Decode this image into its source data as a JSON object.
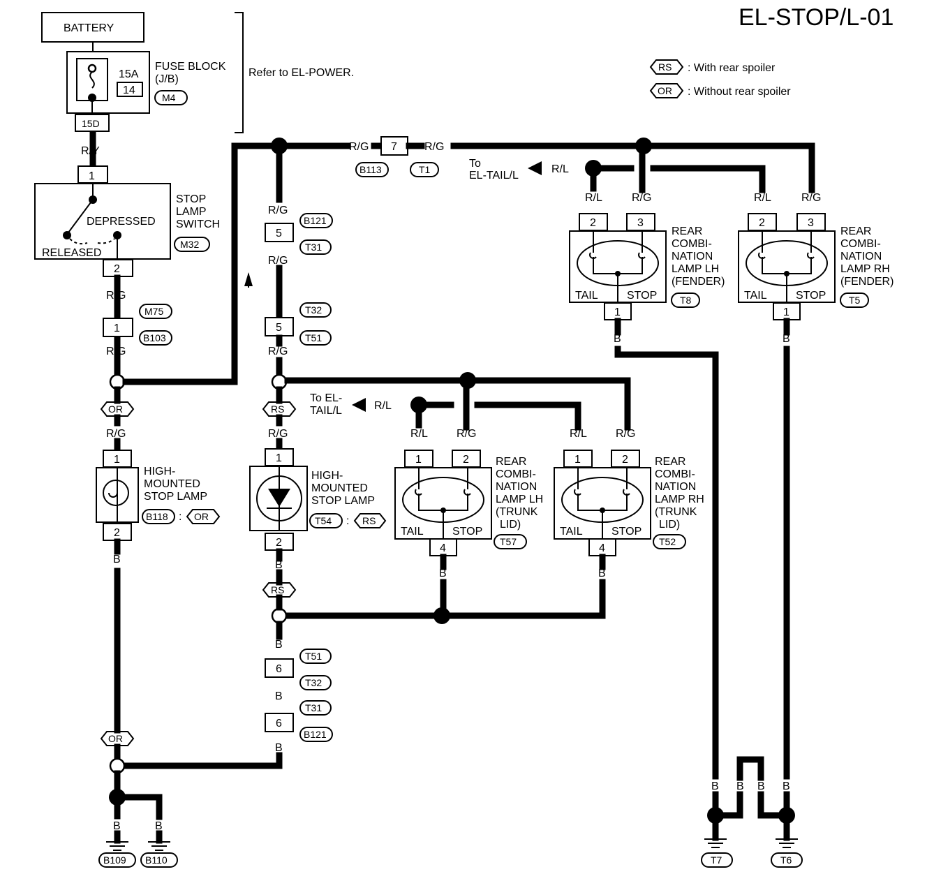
{
  "title": "EL-STOP/L-01",
  "legend": {
    "rs_tag": "RS",
    "rs_text": ": With rear spoiler",
    "or_tag": "OR",
    "or_text": ": Without rear spoiler"
  },
  "battery": "BATTERY",
  "fuse": {
    "amp": "15A",
    "num": "14",
    "name": [
      "FUSE BLOCK",
      "(J/B)"
    ],
    "conn": "M4",
    "term": "15D",
    "note": "Refer to EL-POWER."
  },
  "wires": {
    "ry": "R/Y",
    "rg": "R/G",
    "rl": "R/L",
    "b": "B"
  },
  "stop_switch": {
    "name": [
      "STOP",
      "LAMP",
      "SWITCH"
    ],
    "conn": "M32",
    "pin1": "1",
    "pin2": "2",
    "depressed": "DEPRESSED",
    "released": "RELEASED"
  },
  "connectors": {
    "m75": "M75",
    "b103": "B103",
    "b113": "B113",
    "t1": "T1",
    "b121": "B121",
    "t31": "T31",
    "t32": "T32",
    "t51": "T51",
    "b118": "B118",
    "t54": "T54",
    "t57": "T57",
    "t52": "T52",
    "t8": "T8",
    "t5": "T5",
    "b109": "B109",
    "b110": "B110",
    "t7": "T7",
    "t6": "T6"
  },
  "pins": {
    "p1": "1",
    "p2": "2",
    "p3": "3",
    "p4": "4",
    "p5": "5",
    "p6": "6",
    "p7": "7"
  },
  "to_tail_1": [
    "To",
    "EL-TAIL/L"
  ],
  "to_tail_2": [
    "To EL-",
    "TAIL/L"
  ],
  "hmsl_or": {
    "name": [
      "HIGH-",
      "MOUNTED",
      "STOP LAMP"
    ],
    "sep": ":"
  },
  "hmsl_rs": {
    "name": [
      "HIGH-",
      "MOUNTED",
      "STOP LAMP"
    ],
    "sep": ":"
  },
  "rear_lh_fender": [
    "REAR",
    "COMBI-",
    "NATION",
    "LAMP LH",
    "(FENDER)"
  ],
  "rear_rh_fender": [
    "REAR",
    "COMBI-",
    "NATION",
    "LAMP RH",
    "(FENDER)"
  ],
  "rear_lh_trunk": [
    "REAR",
    "COMBI-",
    "NATION",
    "LAMP LH",
    "(TRUNK",
    "LID)"
  ],
  "rear_rh_trunk": [
    "REAR",
    "COMBI-",
    "NATION",
    "LAMP RH",
    "(TRUNK",
    "LID)"
  ],
  "lamp_terms": {
    "tail": "TAIL",
    "stop": "STOP"
  }
}
